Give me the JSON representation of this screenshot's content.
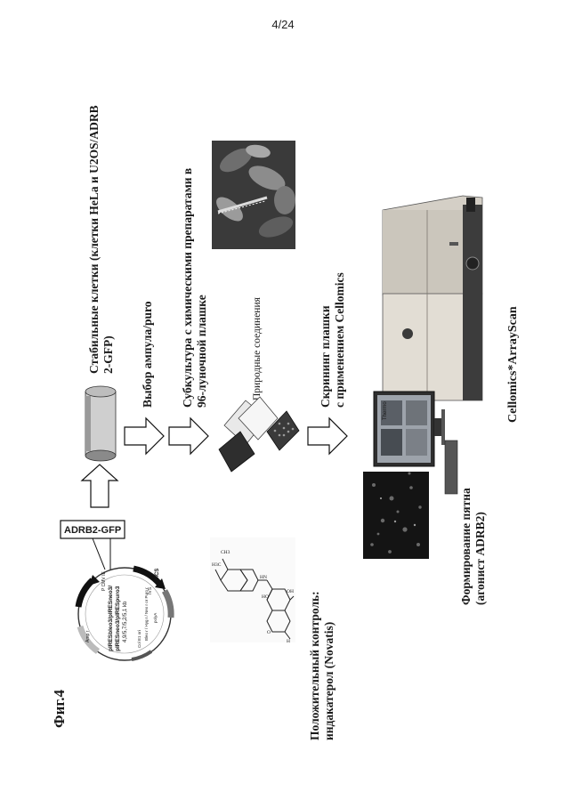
{
  "page_number": "4/24",
  "figure_label": "Фиг.4",
  "plasmid": {
    "name_line1": "pIRESbleo3/pIRESneo3/",
    "name_line2": "pIRESneo3/pIRESpuro3",
    "size": "4,9/5,7/5,2/5,1 kb",
    "insert_label": "ADRB2-GFP",
    "features": [
      "MCS",
      "IVS",
      "P CMV IE",
      "Amp r",
      "Col E1 ori",
      "Bleo r / Hyg r / Neo r or Puro r",
      "polyA",
      "IRES"
    ]
  },
  "steps": {
    "stable_cells_line1": "Стабильные клетки (клетки HeLa и U2OS/ADRB",
    "stable_cells_line2": "2-GFP)",
    "selection": "Выбор ампула/puro",
    "subculture_line1": "Субкультура с химическими препаратами в",
    "subculture_line2": "96-луночной плашке",
    "natural_compounds": "Природные соединения",
    "screening_line1": "Скрининг плашки",
    "screening_line2": "с применением Cellomics",
    "positive_control_line1": "Положительный контроль:",
    "positive_control_line2": "индакатерол (Novatis)",
    "spot_formation_line1": "Формирование пятна",
    "spot_formation_line2": "(агонист ADRB2)",
    "instrument": "Cellomics*ArrayScan",
    "screen_brand": "Thermo"
  },
  "colors": {
    "ink": "#1a1a1a",
    "photo_dark": "#2b2b2b",
    "photo_mid": "#7a7a7a",
    "instrument_body": "#cfcac2",
    "instrument_dark": "#3a3a3a"
  }
}
